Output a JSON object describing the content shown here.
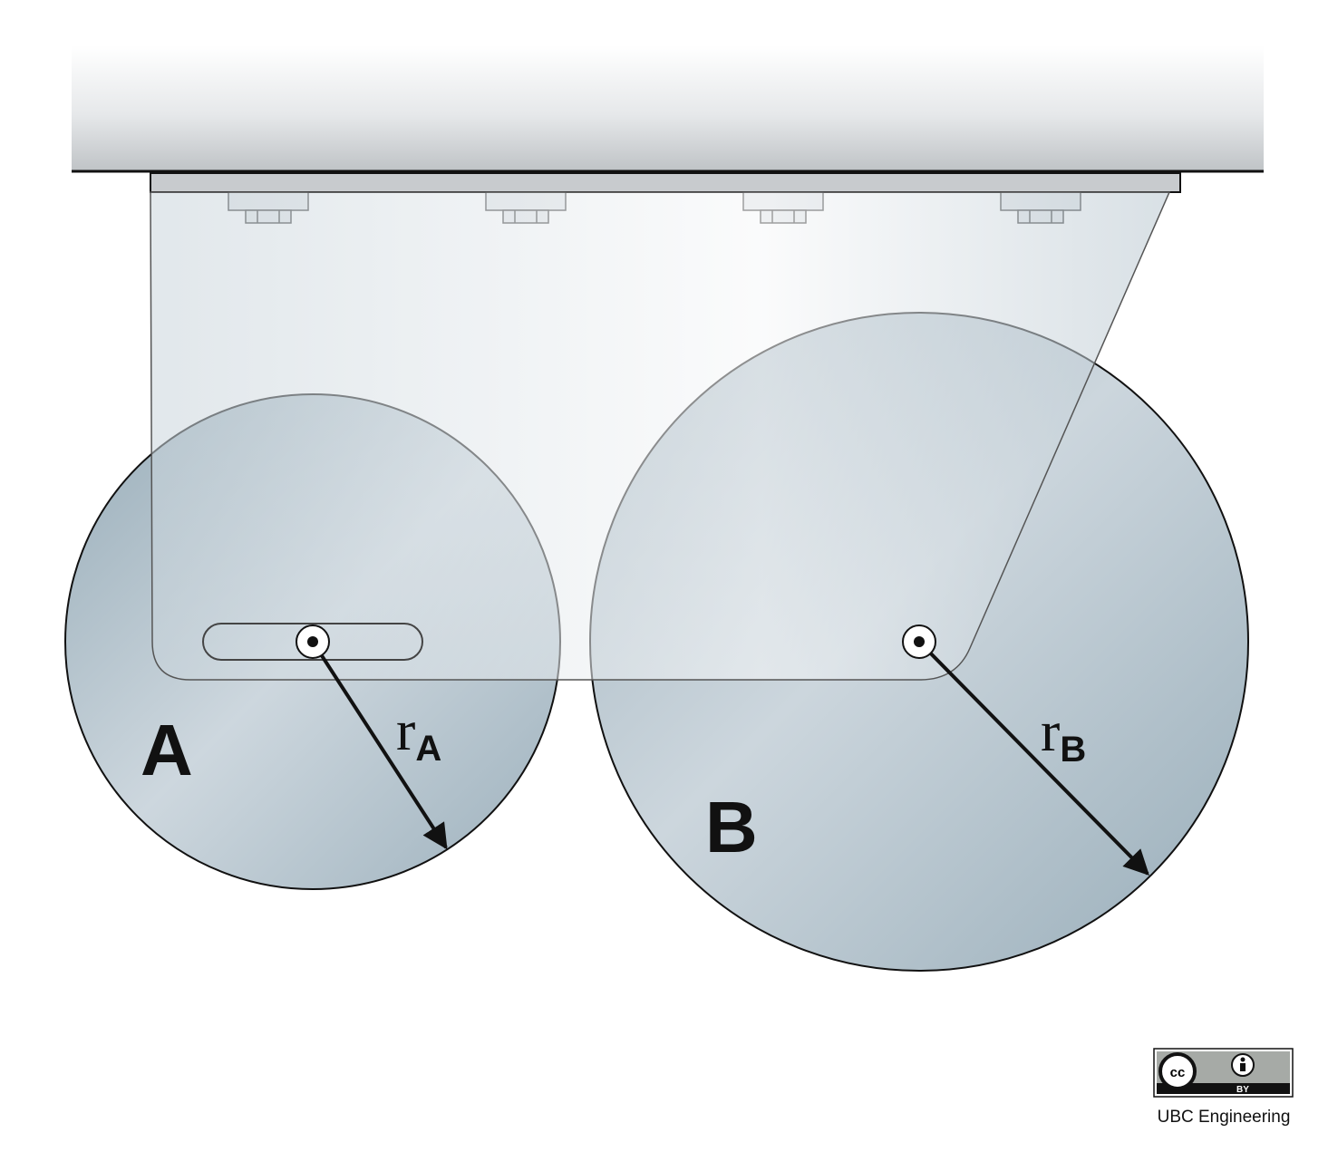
{
  "diagram": {
    "wheel_a": {
      "label": "A",
      "radius_label": "r",
      "radius_subscript": "A"
    },
    "wheel_b": {
      "label": "B",
      "radius_label": "r",
      "radius_subscript": "B"
    },
    "bolts": [
      "bolt-1",
      "bolt-2",
      "bolt-3",
      "bolt-4"
    ]
  },
  "license": {
    "badge_cc": "cc",
    "badge_by": "BY",
    "credit": "UBC Engineering"
  },
  "colors": {
    "wheel_dark": "#9fb2be",
    "wheel_light": "#d4dde3",
    "plate_light": "#f2f4f6",
    "outline": "#111111"
  }
}
